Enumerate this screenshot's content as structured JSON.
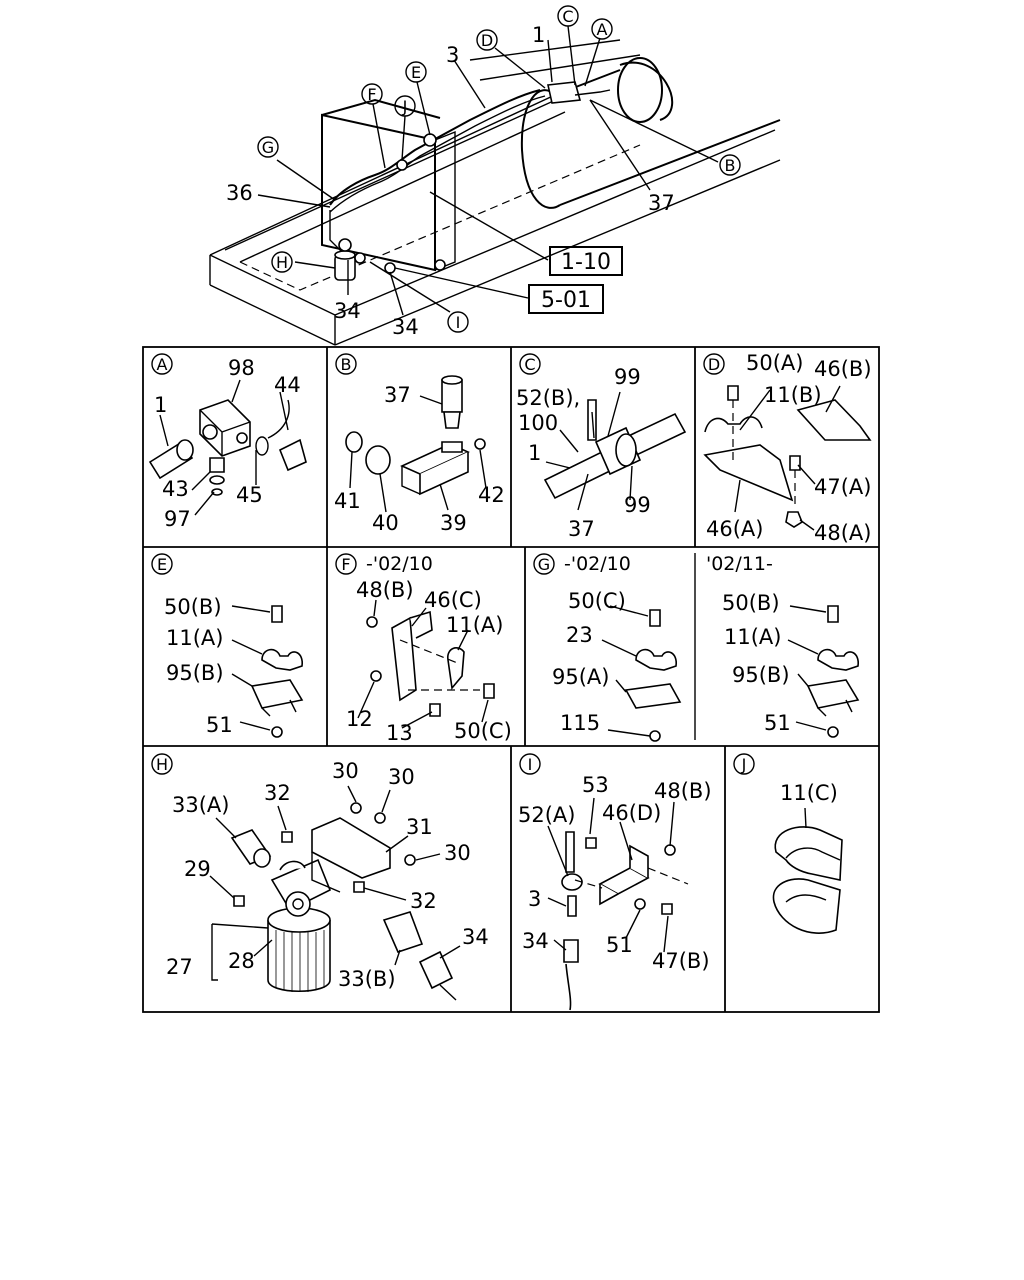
{
  "overview": {
    "labels": [
      "1",
      "3",
      "36",
      "37",
      "34",
      "34"
    ],
    "callouts": [
      "A",
      "B",
      "C",
      "D",
      "E",
      "F",
      "G",
      "H",
      "I",
      "J"
    ],
    "ref_boxes": [
      "1-10",
      "5-01"
    ]
  },
  "panels": {
    "A": {
      "callout": "A",
      "labels": [
        "98",
        "44",
        "1",
        "43",
        "45",
        "97"
      ]
    },
    "B": {
      "callout": "B",
      "labels": [
        "37",
        "41",
        "40",
        "39",
        "42"
      ]
    },
    "C": {
      "callout": "C",
      "labels": [
        "99",
        "52(B),",
        "100",
        "1",
        "99",
        "37"
      ]
    },
    "D": {
      "callout": "D",
      "labels": [
        "50(A)",
        "46(B)",
        "11(B)",
        "47(A)",
        "46(A)",
        "48(A)"
      ]
    },
    "E": {
      "callout": "E",
      "labels": [
        "50(B)",
        "11(A)",
        "95(B)",
        "51"
      ]
    },
    "F": {
      "callout": "F",
      "date": "-'02/10",
      "labels": [
        "48(B)",
        "46(C)",
        "11(A)",
        "12",
        "13",
        "50(C)"
      ]
    },
    "G": {
      "callout": "G",
      "date_left": "-'02/10",
      "date_right": "'02/11-",
      "labels_left": [
        "50(C)",
        "23",
        "95(A)",
        "115"
      ],
      "labels_right": [
        "50(B)",
        "11(A)",
        "95(B)",
        "51"
      ]
    },
    "H": {
      "callout": "H",
      "labels": [
        "30",
        "30",
        "33(A)",
        "32",
        "31",
        "30",
        "29",
        "32",
        "34",
        "27",
        "28",
        "33(B)"
      ]
    },
    "I": {
      "callout": "I",
      "labels": [
        "53",
        "48(B)",
        "52(A)",
        "46(D)",
        "3",
        "34",
        "51",
        "47(B)"
      ]
    },
    "J": {
      "callout": "J",
      "labels": [
        "11(C)"
      ]
    }
  }
}
